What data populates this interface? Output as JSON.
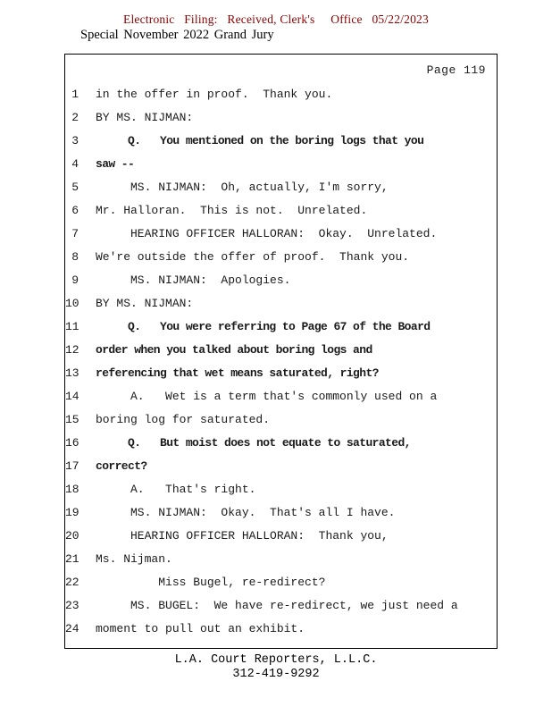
{
  "colors": {
    "stamp_red": "#8b0000",
    "text": "#1a1a1a"
  },
  "header": {
    "efiling_stamp": "Electronic   Filing:   Received, Clerk's     Office   05/22/2023",
    "case_title": "Special November 2022 Grand Jury"
  },
  "transcript": {
    "page_label": "Page 119",
    "lines": [
      {
        "num": "1",
        "text": "in the offer in proof.  Thank you.",
        "bold": false
      },
      {
        "num": "2",
        "text": "BY MS. NIJMAN:",
        "bold": false
      },
      {
        "num": "3",
        "text": "     Q.   You mentioned on the boring logs that you",
        "bold": true
      },
      {
        "num": "4",
        "text": "saw --",
        "bold": true
      },
      {
        "num": "5",
        "text": "     MS. NIJMAN:  Oh, actually, I'm sorry,",
        "bold": false
      },
      {
        "num": "6",
        "text": "Mr. Halloran.  This is not.  Unrelated.",
        "bold": false
      },
      {
        "num": "7",
        "text": "     HEARING OFFICER HALLORAN:  Okay.  Unrelated.",
        "bold": false
      },
      {
        "num": "8",
        "text": "We're outside the offer of proof.  Thank you.",
        "bold": false
      },
      {
        "num": "9",
        "text": "     MS. NIJMAN:  Apologies.",
        "bold": false
      },
      {
        "num": "10",
        "text": "BY MS. NIJMAN:",
        "bold": false
      },
      {
        "num": "11",
        "text": "     Q.   You were referring to Page 67 of the Board",
        "bold": true
      },
      {
        "num": "12",
        "text": "order when you talked about boring logs and",
        "bold": true
      },
      {
        "num": "13",
        "text": "referencing that wet means saturated, right?",
        "bold": true
      },
      {
        "num": "14",
        "text": "     A.   Wet is a term that's commonly used on a",
        "bold": false
      },
      {
        "num": "15",
        "text": "boring log for saturated.",
        "bold": false
      },
      {
        "num": "16",
        "text": "     Q.   But moist does not equate to saturated,",
        "bold": true
      },
      {
        "num": "17",
        "text": "correct?",
        "bold": true
      },
      {
        "num": "18",
        "text": "     A.   That's right.",
        "bold": false
      },
      {
        "num": "19",
        "text": "     MS. NIJMAN:  Okay.  That's all I have.",
        "bold": false
      },
      {
        "num": "20",
        "text": "     HEARING OFFICER HALLORAN:  Thank you,",
        "bold": false
      },
      {
        "num": "21",
        "text": "Ms. Nijman.",
        "bold": false
      },
      {
        "num": "22",
        "text": "         Miss Bugel, re-redirect?",
        "bold": false
      },
      {
        "num": "23",
        "text": "     MS. BUGEL:  We have re-redirect, we just need a",
        "bold": false
      },
      {
        "num": "24",
        "text": "moment to pull out an exhibit.",
        "bold": false
      }
    ]
  },
  "footer": {
    "company": "L.A. Court Reporters, L.L.C.",
    "phone": "312-419-9292"
  }
}
